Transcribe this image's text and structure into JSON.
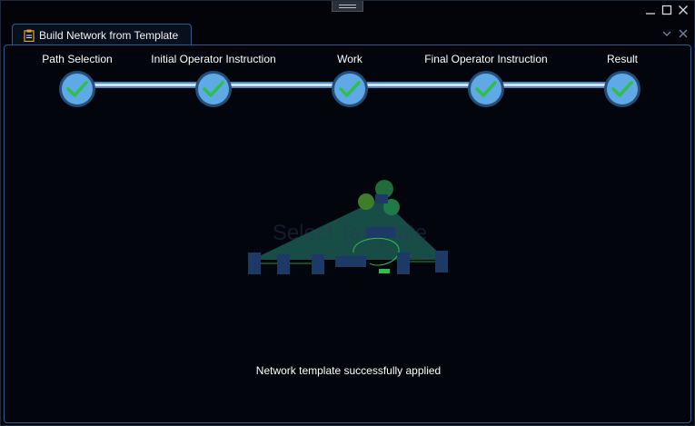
{
  "window": {
    "minimize_icon": "minimize-icon",
    "maximize_icon": "maximize-icon",
    "close_icon": "close-icon"
  },
  "tab": {
    "title": "Build Network from Template",
    "icon": "clipboard-icon"
  },
  "steps": [
    {
      "label": "Path Selection",
      "completed": true
    },
    {
      "label": "Initial Operator Instruction",
      "completed": true
    },
    {
      "label": "Work",
      "completed": true
    },
    {
      "label": "Final Operator Instruction",
      "completed": true
    },
    {
      "label": "Result",
      "completed": true
    }
  ],
  "preview": {
    "watermark": "Select Template"
  },
  "status": {
    "message": "Network template successfully applied"
  },
  "colors": {
    "accent": "#5fa9e6",
    "check": "#2fbf4a",
    "panel_border": "#2c5d8c"
  }
}
